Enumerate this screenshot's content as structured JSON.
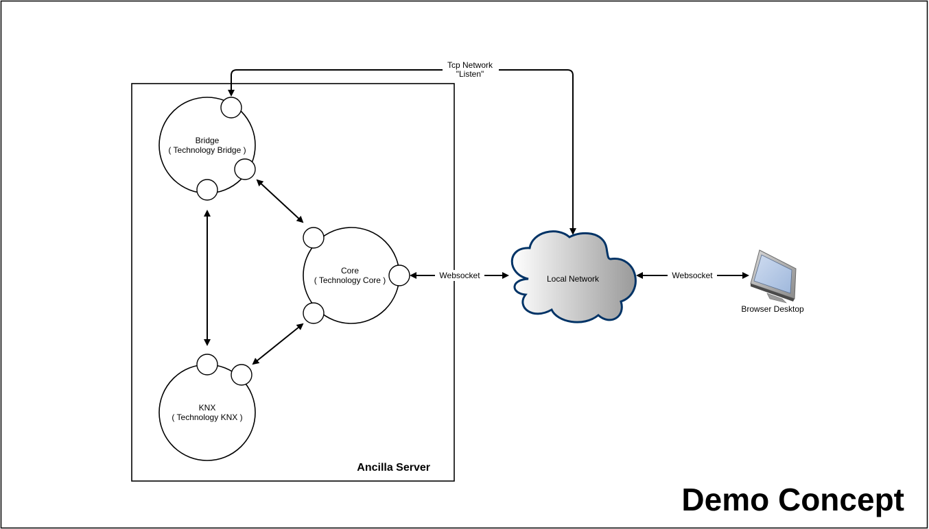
{
  "diagram": {
    "title": "Demo Concept",
    "container_label": "Ancilla Server",
    "nodes": {
      "bridge": {
        "name": "Bridge",
        "subtitle": "( Technology Bridge )"
      },
      "core": {
        "name": "Core",
        "subtitle": "( Technology Core )"
      },
      "knx": {
        "name": "KNX",
        "subtitle": "( Technology KNX )"
      },
      "cloud": {
        "name": "Local Network"
      },
      "desktop": {
        "name": "Browser Desktop"
      }
    },
    "edges": {
      "tcp_line1": "Tcp Network",
      "tcp_line2": "\"Listen\"",
      "core_to_cloud": "Websocket",
      "cloud_to_desktop": "Websocket"
    },
    "icons": {
      "cloud": "cloud-icon",
      "desktop": "monitor-icon"
    },
    "colors": {
      "cloud_stroke": "#003366",
      "cloud_fill_light": "#ffffff",
      "cloud_fill_dark": "#9a9a9a",
      "monitor_screen": "#b8cde8"
    }
  }
}
